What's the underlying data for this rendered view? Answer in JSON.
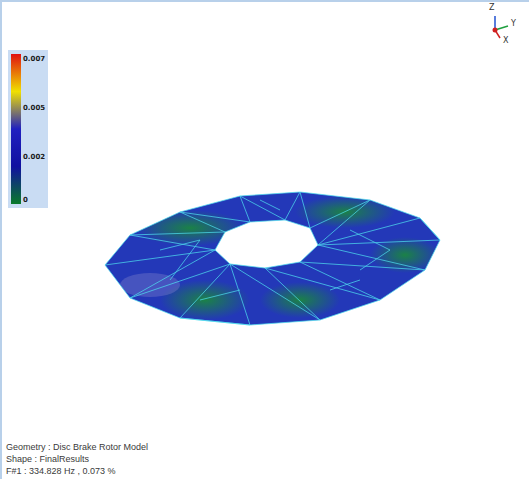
{
  "diagram": {
    "labels": [
      "0.007",
      "0.005",
      "0.002",
      "0",
      "Z",
      "Y",
      "X",
      "Geometry : Disc Brake Rotor Model",
      "Shape : FinalResults",
      "F#1 : 334.828 Hz , 0.073 %"
    ]
  }
}
